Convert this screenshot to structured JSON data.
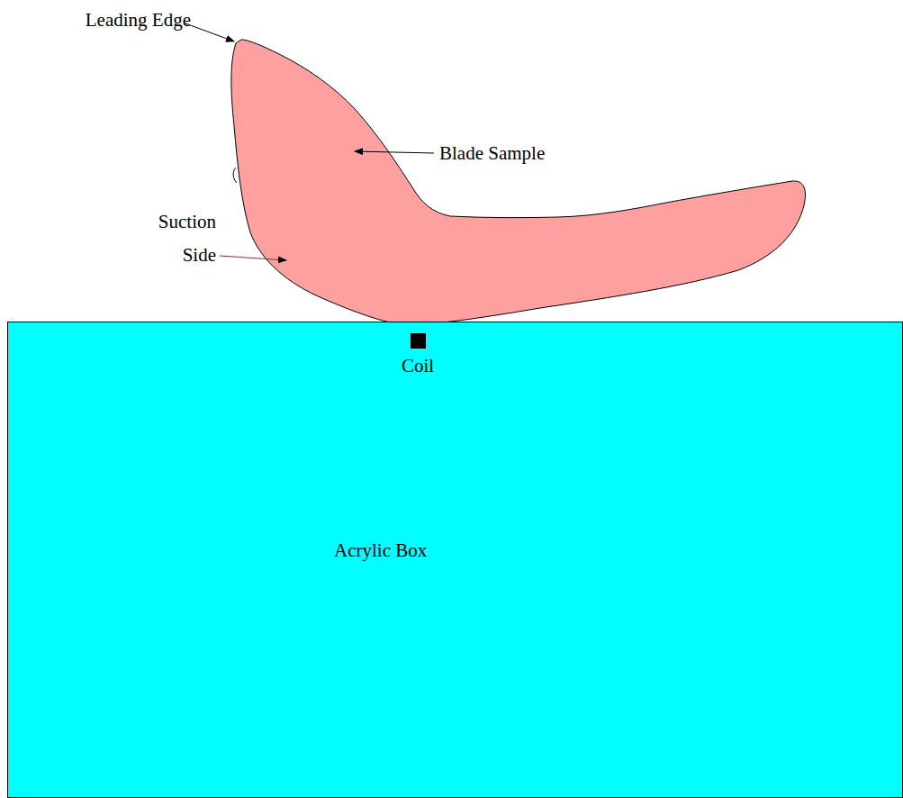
{
  "diagram": {
    "nodes": [
      {
        "text": [
          "Acrylic Box"
        ]
      },
      {
        "text": [
          "Coil"
        ],
        "in": 0
      }
    ],
    "labels": [
      "Leading Edge",
      "Blade Sample",
      "Suction Side"
    ]
  }
}
